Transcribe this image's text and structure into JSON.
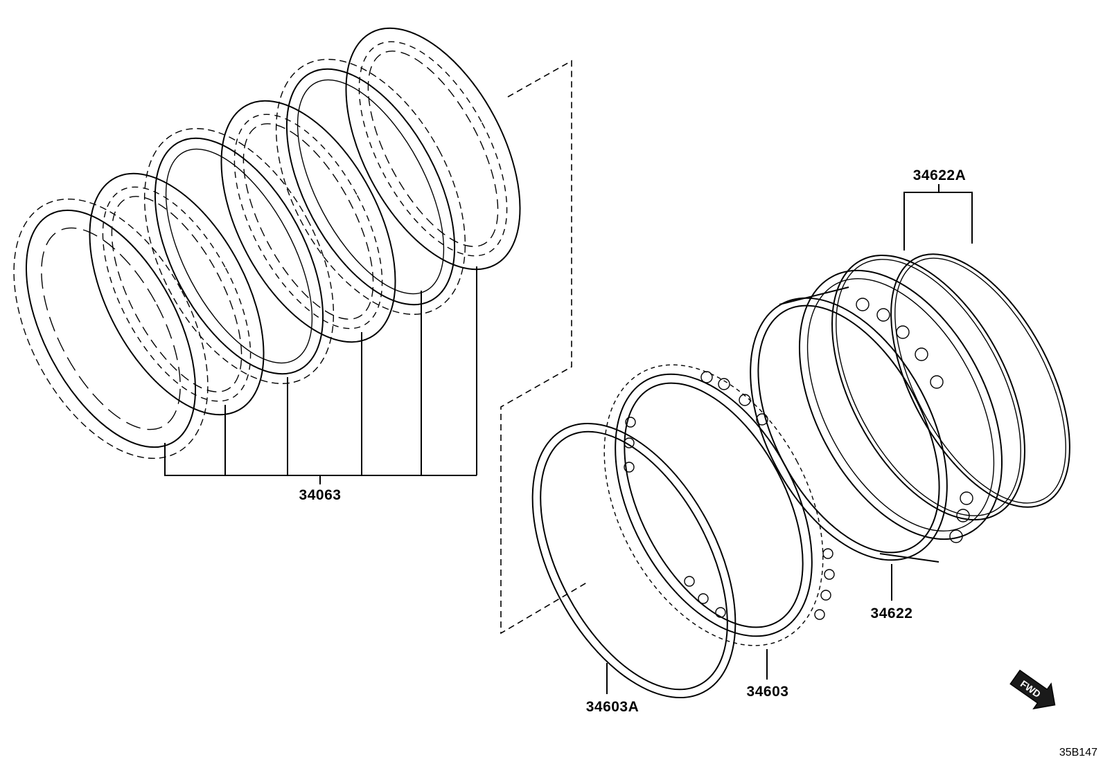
{
  "labels": {
    "clutch_disc_set": "34063",
    "piston_seal_set": "34622A",
    "piston": "34622",
    "return_spring": "34603",
    "snap_ring": "34603A"
  },
  "fwd_arrow_text": "FWD",
  "diagram_code": "35B147",
  "colors": {
    "line": "#000000",
    "background": "#ffffff"
  }
}
